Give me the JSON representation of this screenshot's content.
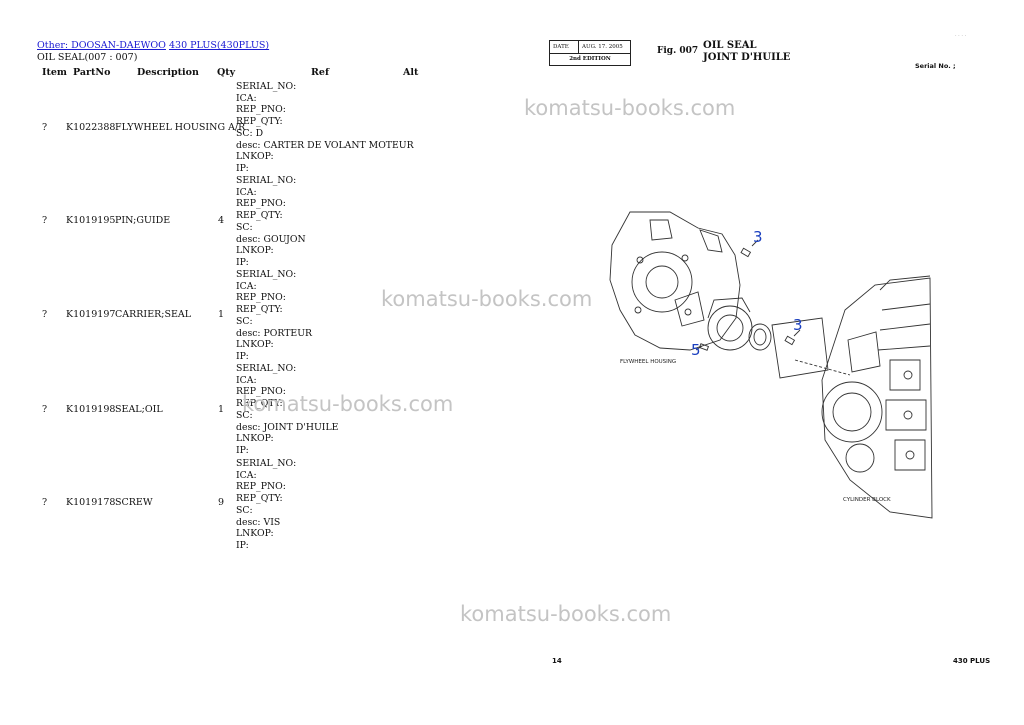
{
  "breadcrumb": {
    "link1": "Other: DOOSAN-DAEWOO",
    "link2": "430 PLUS(430PLUS)"
  },
  "subtitle": "OIL SEAL(007 : 007)",
  "headers": {
    "item": "Item",
    "partno": "PartNo",
    "description": "Description",
    "qty": "Qty",
    "ref": "Ref",
    "alt": "Alt"
  },
  "rows": [
    {
      "item": "?",
      "partno": "K1022388",
      "description": "FLYWHEEL HOUSING A/R",
      "qty": "",
      "info": "SERIAL_NO:\nICA:\nREP_PNO:\nREP_QTY:\nSC: D\ndesc: CARTER DE VOLANT MOTEUR\nLNKOP:\nIP:"
    },
    {
      "item": "?",
      "partno": "K1019195",
      "description": "PIN;GUIDE",
      "qty": "4",
      "info": "SERIAL_NO:\nICA:\nREP_PNO:\nREP_QTY:\nSC:\ndesc: GOUJON\nLNKOP:\nIP:"
    },
    {
      "item": "?",
      "partno": "K1019197",
      "description": "CARRIER;SEAL",
      "qty": "1",
      "info": "SERIAL_NO:\nICA:\nREP_PNO:\nREP_QTY:\nSC:\ndesc: PORTEUR\nLNKOP:\nIP:"
    },
    {
      "item": "?",
      "partno": "K1019198",
      "description": "SEAL;OIL",
      "qty": "1",
      "info": "SERIAL_NO:\nICA:\nREP_PNO:\nREP_QTY:\nSC:\ndesc: JOINT D'HUILE\nLNKOP:\nIP:"
    },
    {
      "item": "?",
      "partno": "K1019178",
      "description": "SCREW",
      "qty": "9",
      "info": "SERIAL_NO:\nICA:\nREP_PNO:\nREP_QTY:\nSC:\ndesc: VIS\nLNKOP:\nIP:"
    }
  ],
  "watermark": "komatsu-books.com",
  "stamp": {
    "date_label": "DATE",
    "date_value": "AUG. 17. 2005",
    "edition": "2nd EDITION"
  },
  "figure": {
    "fig_no": "Fig. 007",
    "title_en": "OIL  SEAL",
    "title_fr": "JOINT  D'HUILE",
    "serial": "Serial No. ;",
    "label_flywheel": "FLYWHEEL HOUSING",
    "label_cylinder": "CYLINDER BLOCK",
    "callouts": [
      "3",
      "3",
      "5"
    ]
  },
  "footer": {
    "page": "14",
    "model": "430 PLUS"
  }
}
